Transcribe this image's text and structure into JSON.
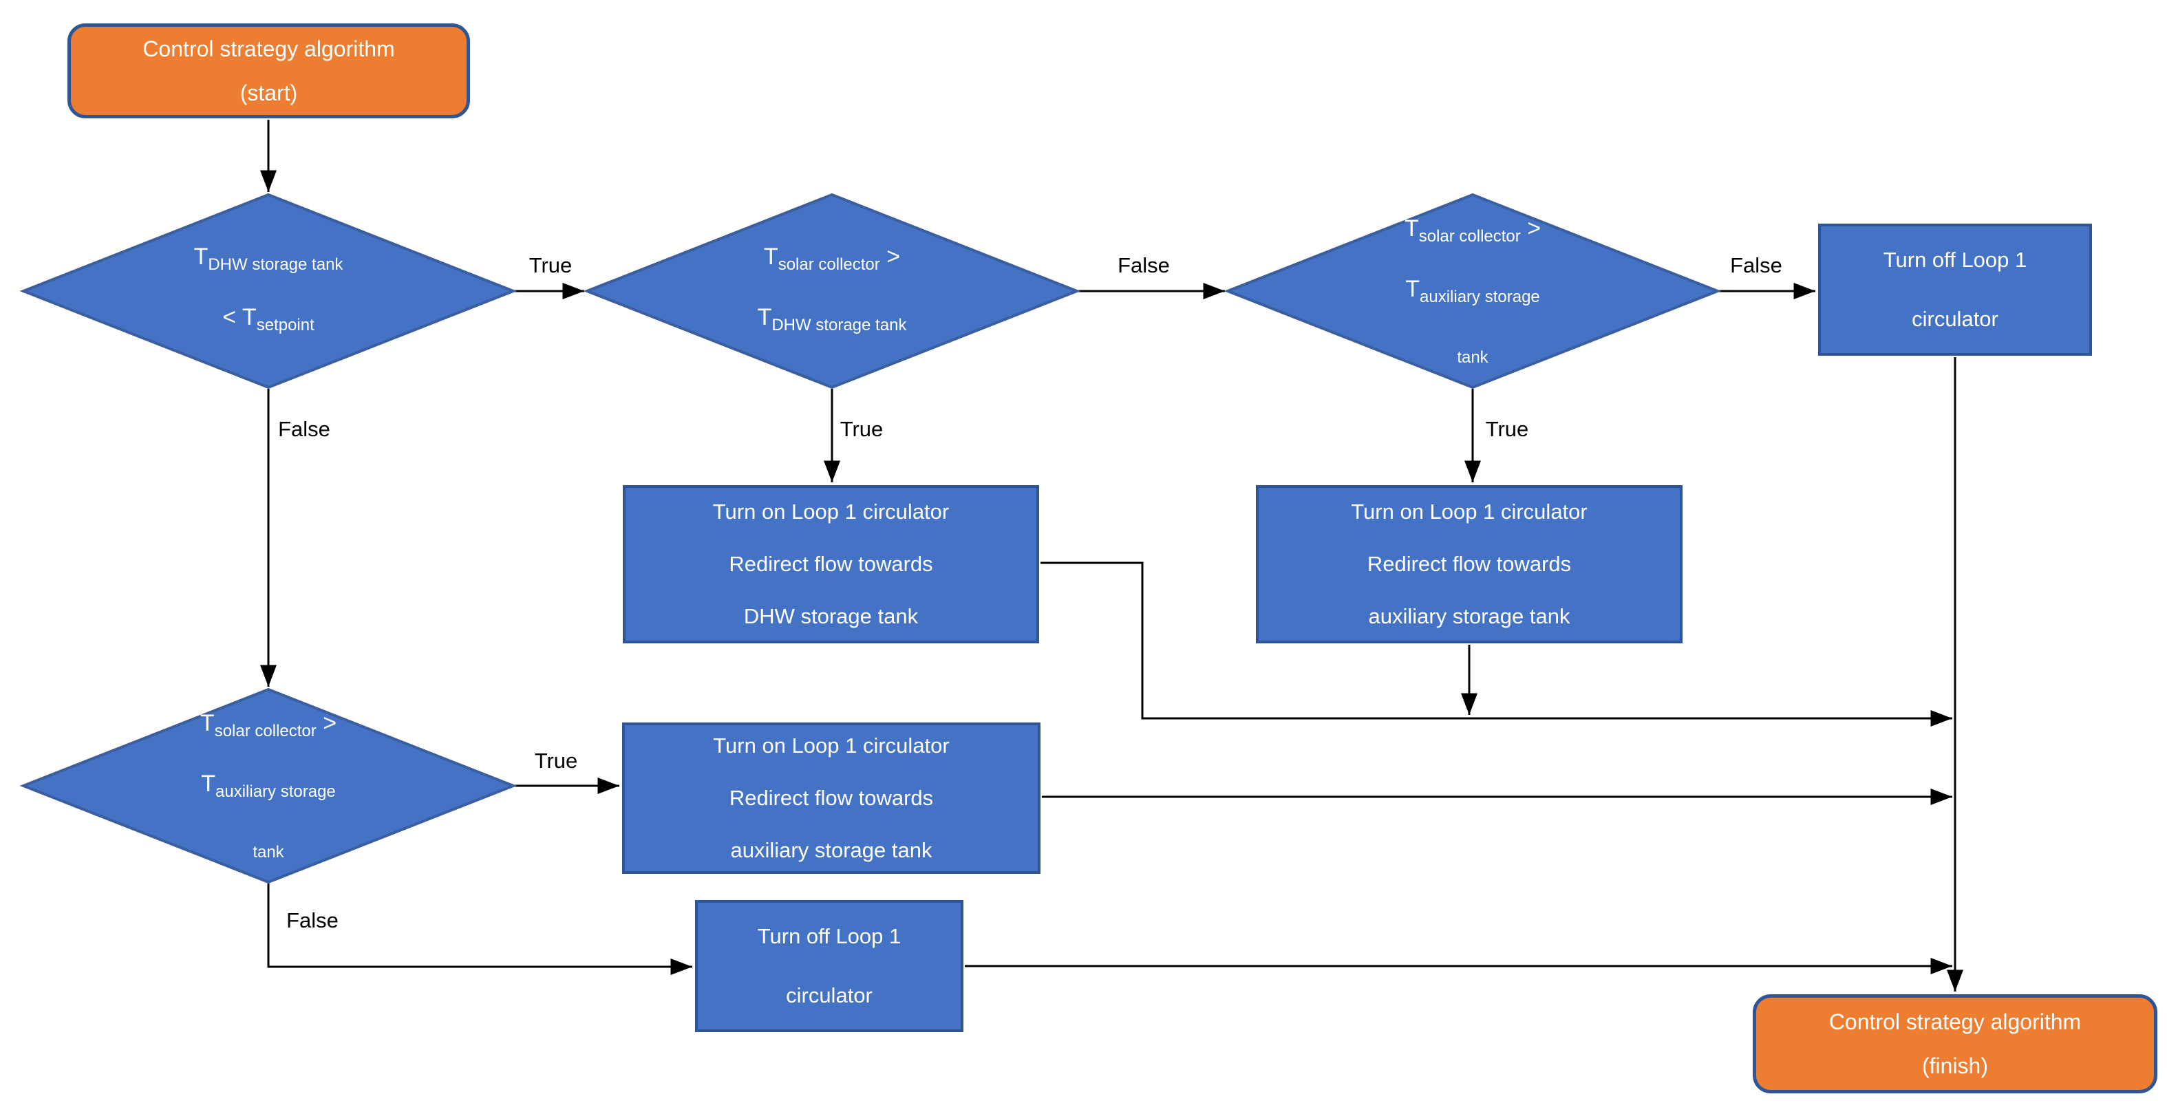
{
  "colors": {
    "process_fill": "#4472C4",
    "process_border": "#2F5597",
    "decision_fill": "#4472C4",
    "decision_border": "#3A5E9E",
    "terminator_fill": "#ED7D31",
    "terminator_border": "#2F5597",
    "connector": "#000000",
    "edge_label_text": "#000000",
    "node_text": "#FFFFFF"
  },
  "nodes": {
    "start": {
      "line1": "Control strategy algorithm",
      "line2": "(start)"
    },
    "finish": {
      "line1": "Control strategy algorithm",
      "line2": "(finish)"
    },
    "d_dhw_setpoint": {
      "l1_t": "T",
      "l1_sub": "DHW storage tank",
      "l2_pre": "< ",
      "l2_t": "T",
      "l2_sub": "setpoint"
    },
    "d_solar_dhw": {
      "l1_t": "T",
      "l1_sub": "solar collector",
      "l1_post": " >",
      "l2_t": "T",
      "l2_sub": "DHW storage tank"
    },
    "d_solar_aux_top": {
      "l1_t": "T",
      "l1_sub": "solar collector",
      "l1_post": " >",
      "l2_t": "T",
      "l2_sub": "auxiliary storage",
      "l3_sub": "tank"
    },
    "d_solar_aux_bottom": {
      "l1_t": "T",
      "l1_sub": "solar collector",
      "l1_post": " >",
      "l2_t": "T",
      "l2_sub": "auxiliary storage",
      "l3_sub": "tank"
    },
    "turn_off_top": {
      "line1": "Turn off Loop 1",
      "line2": "circulator"
    },
    "turn_on_dhw": {
      "line1": "Turn on Loop 1 circulator",
      "line2": "Redirect flow towards",
      "line3": "DHW storage tank"
    },
    "turn_on_aux_top": {
      "line1": "Turn on Loop 1 circulator",
      "line2": "Redirect flow towards",
      "line3": "auxiliary storage tank"
    },
    "turn_on_aux_bottom": {
      "line1": "Turn on Loop 1 circulator",
      "line2": "Redirect flow towards",
      "line3": "auxiliary storage tank"
    },
    "turn_off_bottom": {
      "line1": "Turn off Loop 1",
      "line2": "circulator"
    }
  },
  "labels": {
    "d1_true": "True",
    "d1_false": "False",
    "d2_true": "True",
    "d2_false": "False",
    "d3_true": "True",
    "d3_false": "False",
    "d4_true": "True",
    "d4_false": "False"
  }
}
